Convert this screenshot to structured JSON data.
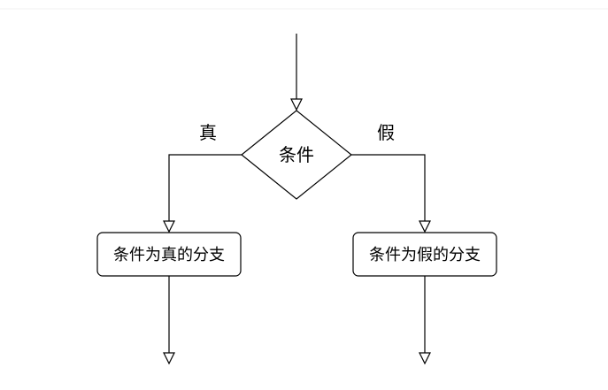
{
  "diagram": {
    "decision": {
      "label": "条件"
    },
    "edges": {
      "true_label": "真",
      "false_label": "假"
    },
    "boxes": {
      "true_branch": "条件为真的分支",
      "false_branch": "条件为假的分支"
    }
  }
}
